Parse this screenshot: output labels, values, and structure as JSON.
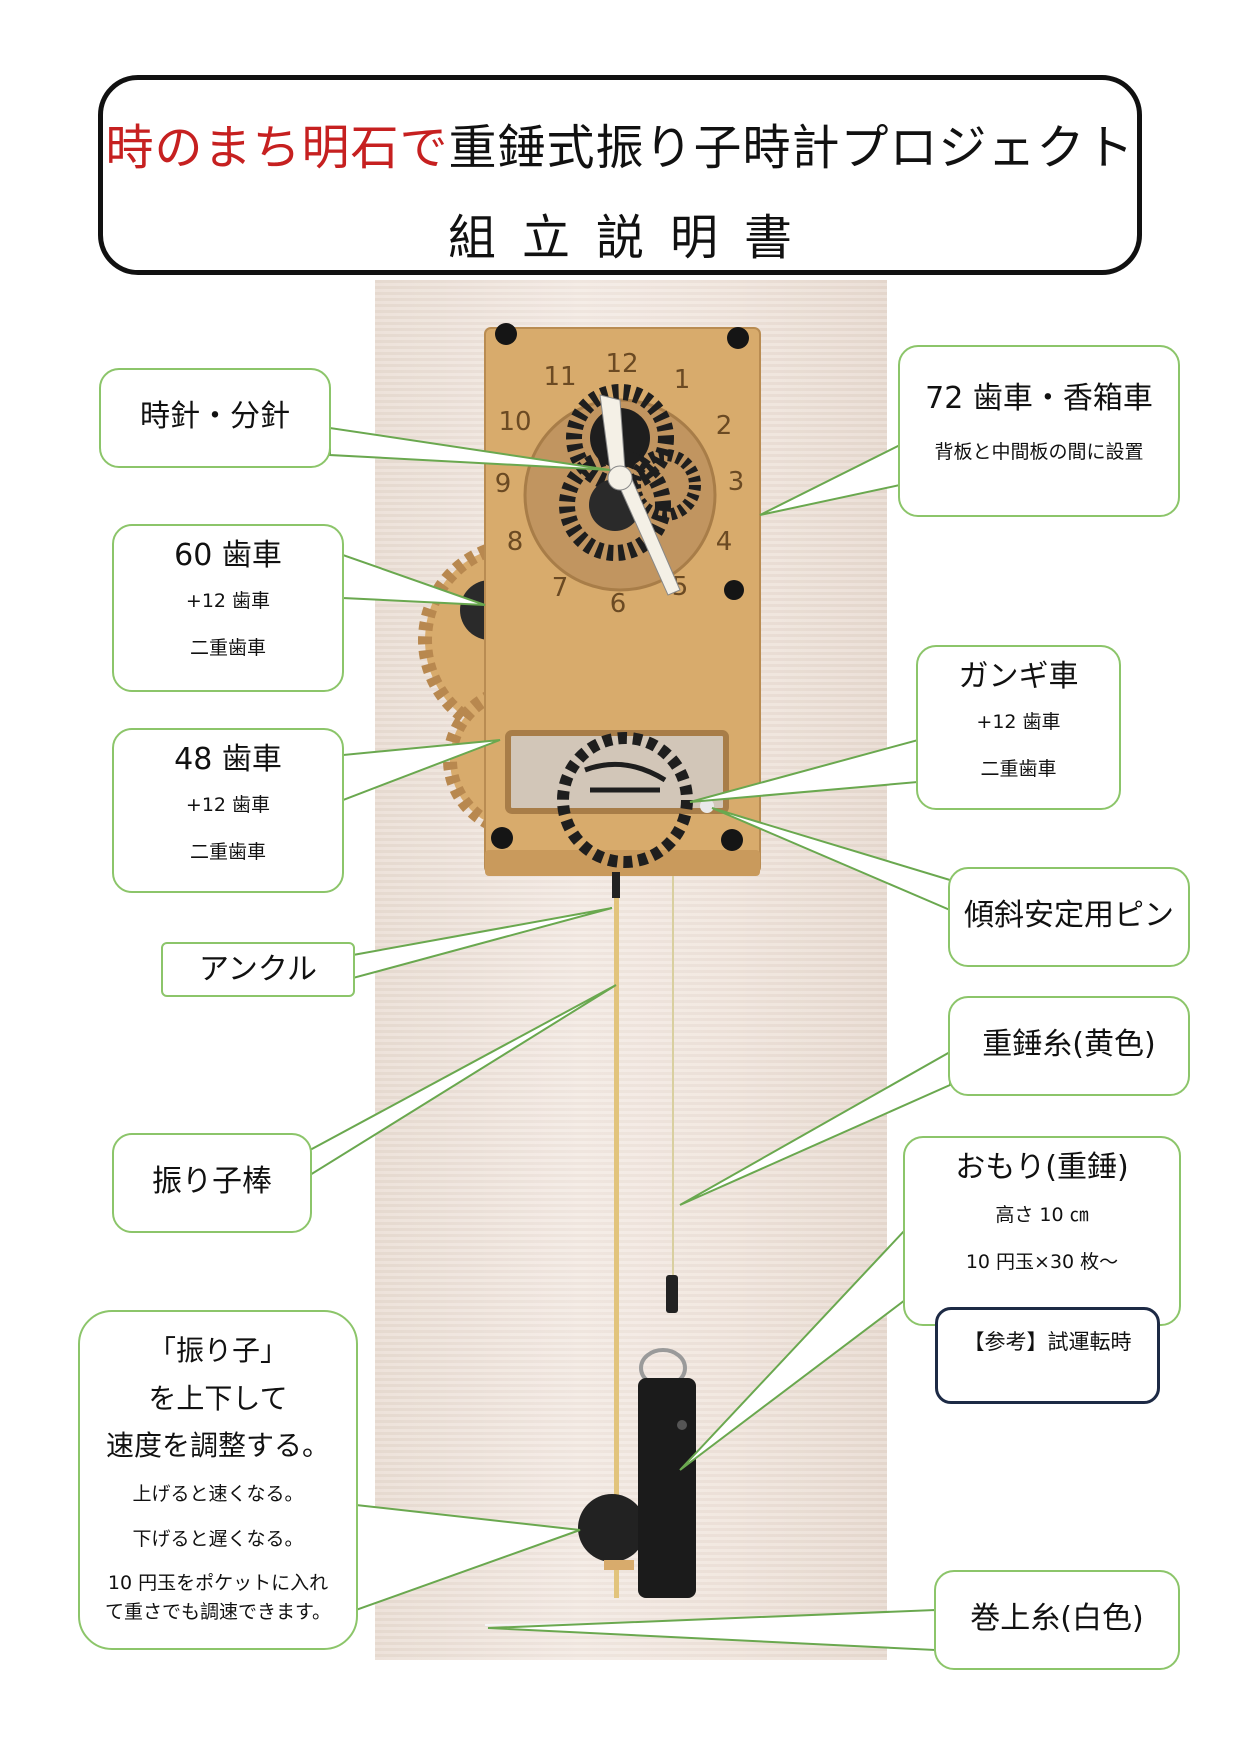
{
  "title": {
    "accent_text": "時のまち明石で",
    "main_text": "重錘式振り子時計プロジェクト",
    "subtitle": "組立説明書"
  },
  "clock_face": {
    "numerals": [
      "12",
      "1",
      "2",
      "3",
      "4",
      "5",
      "6",
      "7",
      "8",
      "9",
      "10",
      "11"
    ]
  },
  "callouts": {
    "hands": {
      "label": "時針・分針"
    },
    "gear72": {
      "label": "72 歯車・香箱車",
      "note": "背板と中間板の間に設置"
    },
    "gear60": {
      "label": "60 歯車",
      "line2": "+12 歯車",
      "line3": "二重歯車"
    },
    "ganki": {
      "label": "ガンギ車",
      "line2": "+12 歯車",
      "line3": "二重歯車"
    },
    "gear48": {
      "label": "48 歯車",
      "line2": "+12 歯車",
      "line3": "二重歯車"
    },
    "tilt_pin": {
      "label": "傾斜安定用ピン"
    },
    "anchor": {
      "label": "アンクル"
    },
    "weight_thread": {
      "label": "重錘糸(黄色)"
    },
    "pendulum_rod": {
      "label": "振り子棒"
    },
    "weight": {
      "label": "おもり(重錘)",
      "line2": "高さ 10 ㎝",
      "line3": "10 円玉×30 枚～"
    },
    "reference": {
      "label": "【参考】試運転時"
    },
    "pendulum_adjust": {
      "line1": "「振り子」",
      "line2": "を上下して",
      "line3": "速度を調整する。",
      "line4": "上げると速くなる。",
      "line5": "下げると遅くなる。",
      "line6": "10 円玉をポケットに入れ",
      "line7": "て重さでも調速できます。"
    },
    "winding_thread": {
      "label": "巻上糸(白色)"
    }
  },
  "colors": {
    "title_accent": "#c62020",
    "callout_border": "#8cc56a",
    "leader_line": "#6aa84f",
    "reference_border": "#1d2a45",
    "cardboard": "#d8ab6c",
    "gear_black": "#1e1e1e",
    "wall": "#f1e6de"
  }
}
